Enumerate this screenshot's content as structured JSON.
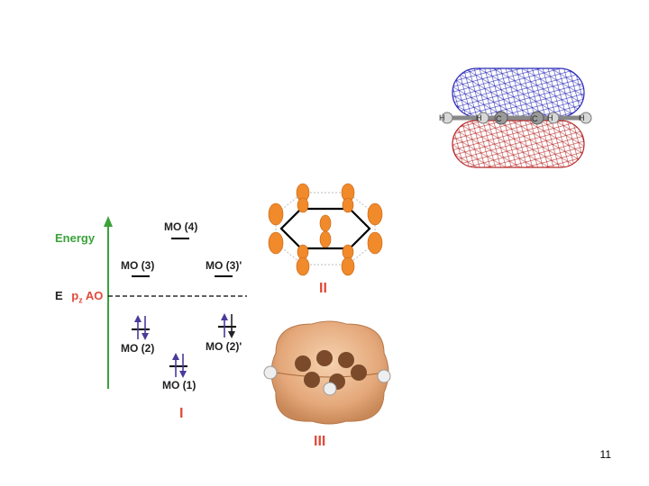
{
  "colors": {
    "energy_axis": "#3aa23a",
    "roman_numeral": "#e04a3a",
    "electron_arrow": "#4a3a9c",
    "orbital_lobe": "#f08a2a",
    "mesh_upper": "#2a2ab8",
    "mesh_lower": "#b82a2a",
    "density_surface": "#e8b58a"
  },
  "diagram_I": {
    "energy_label": "Energy",
    "ref_label_prefix": "E",
    "ref_label_main": "p",
    "ref_label_sub": "z",
    "ref_label_suffix": "AO",
    "mo4": "MO (4)",
    "mo3": "MO (3)",
    "mo3p": "MO (3)'",
    "mo2": "MO (2)",
    "mo2p": "MO (2)'",
    "mo1": "MO (1)",
    "numeral": "I"
  },
  "diagram_II": {
    "numeral": "II"
  },
  "diagram_III": {
    "numeral": "III"
  },
  "mesh_model": {
    "atom_labels": [
      "H",
      "H",
      "C",
      "C",
      "H",
      "H"
    ]
  },
  "slide": {
    "page_number": "11"
  }
}
